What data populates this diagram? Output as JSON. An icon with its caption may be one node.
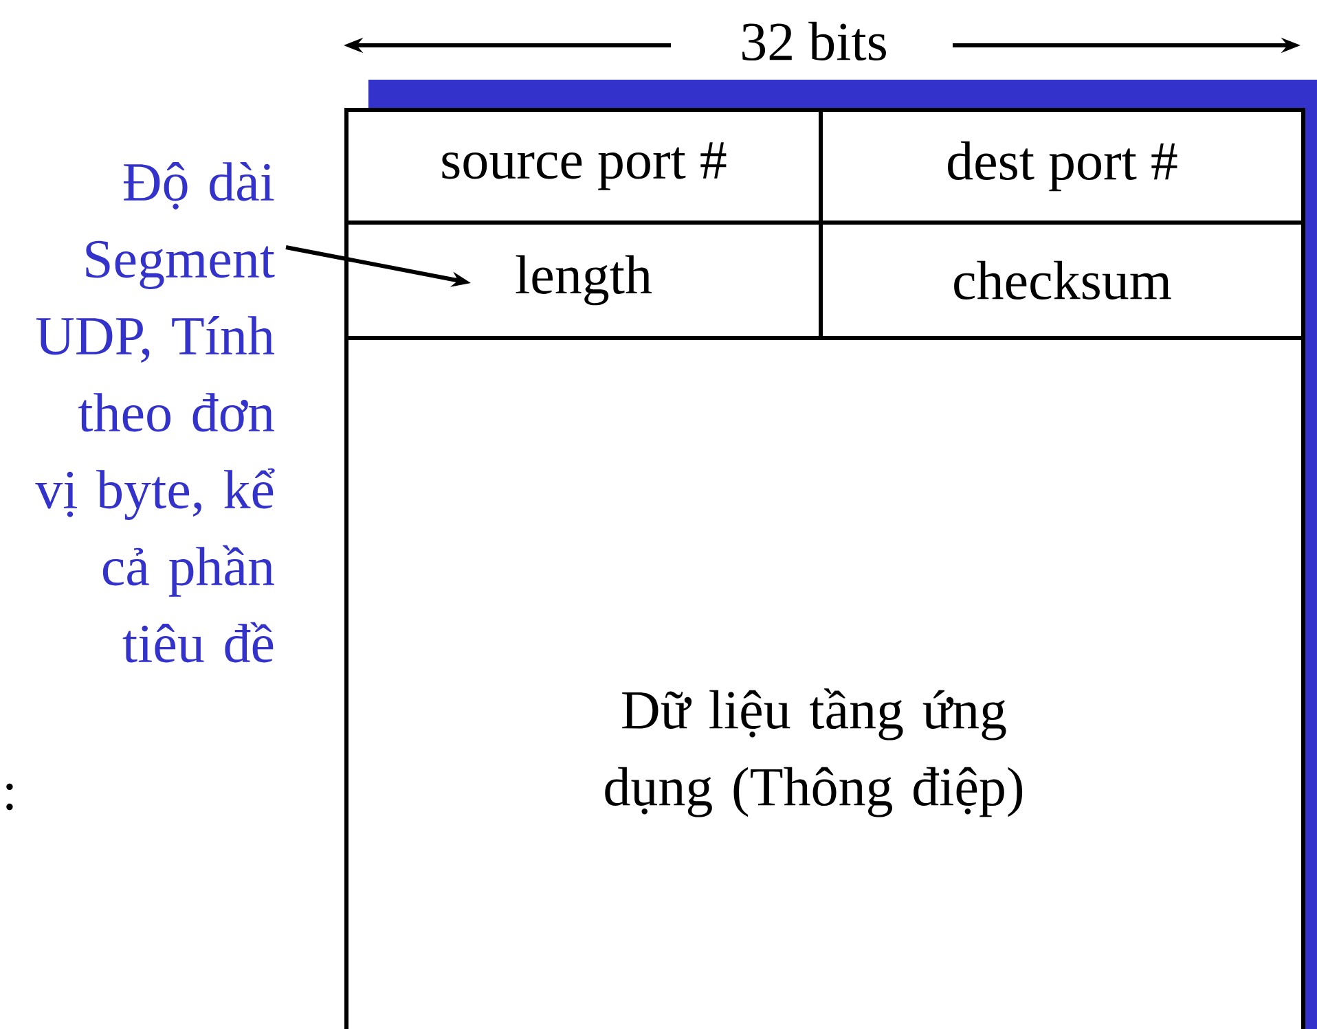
{
  "diagram": {
    "nodes": [
      {
        "text": [
          "Độ dài Segment UDP, Tính theo đơn vị byte, kể cả phần tiêu đề"
        ]
      },
      {
        "text": [
          "source port #"
        ]
      },
      {
        "text": [
          "dest port #"
        ]
      },
      {
        "text": [
          "length"
        ]
      },
      {
        "text": [
          "checksum"
        ]
      },
      {
        "text": [
          "Dữ liệu tầng ứng dụng (Thông điệp)"
        ]
      }
    ],
    "edges": [
      {
        "from": 0,
        "to": 3,
        "arrow": "to"
      }
    ],
    "labels": [
      "32 bits",
      ":"
    ]
  }
}
